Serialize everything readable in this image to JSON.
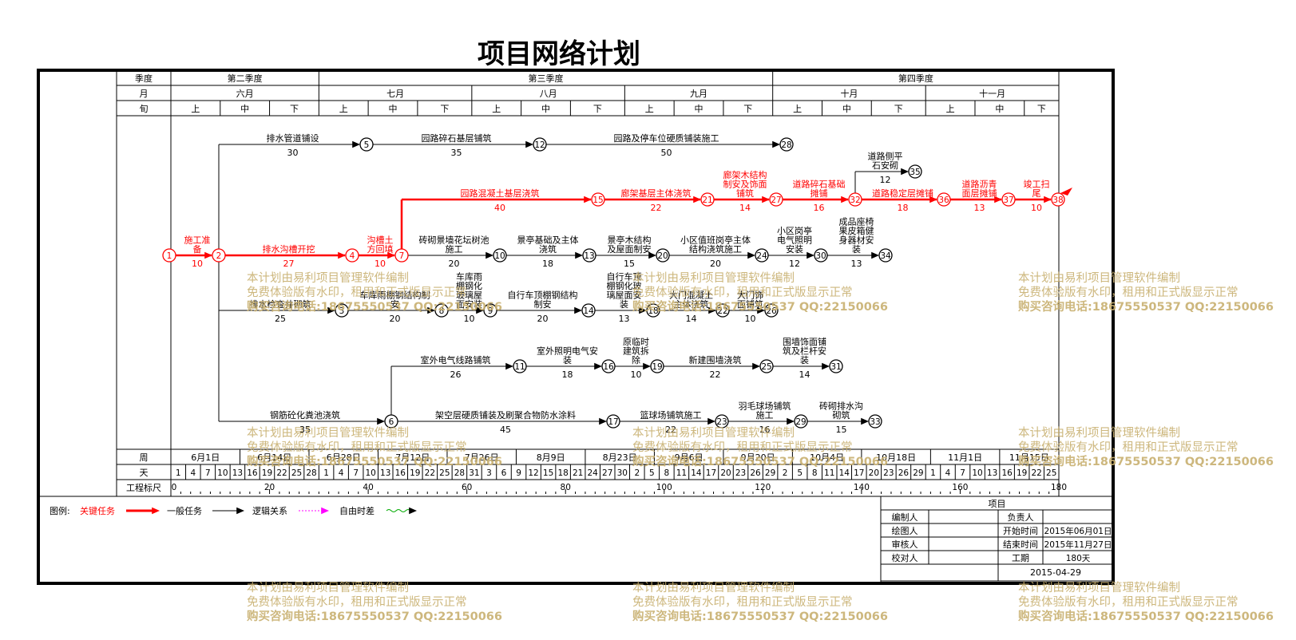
{
  "title": "项目网络计划",
  "header": {
    "row_labels": [
      "季度",
      "月",
      "旬"
    ],
    "quarters": [
      "第二季度",
      "第三季度",
      "第四季度"
    ],
    "months": [
      "六月",
      "七月",
      "八月",
      "九月",
      "十月",
      "十一月"
    ],
    "dekads": [
      "上",
      "中",
      "下"
    ]
  },
  "footer_rows": {
    "week_label": "周",
    "day_label": "天",
    "scale_label": "工程标尺",
    "weeks": [
      "6月1日",
      "6月14日",
      "6月28日",
      "7月12日",
      "7月26日",
      "8月9日",
      "8月23日",
      "9月6日",
      "9月20日",
      "10月4日",
      "10月18日",
      "11月1日",
      "11月15日"
    ],
    "days": [
      "1",
      "4",
      "7",
      "10",
      "13",
      "16",
      "19",
      "22",
      "25",
      "28",
      "1",
      "4",
      "7",
      "10",
      "13",
      "16",
      "19",
      "22",
      "25",
      "28",
      "31",
      "3",
      "6",
      "9",
      "12",
      "15",
      "18",
      "21",
      "24",
      "27",
      "30",
      "2",
      "5",
      "8",
      "11",
      "14",
      "17",
      "20",
      "23",
      "26",
      "29",
      "2",
      "5",
      "8",
      "11",
      "14",
      "17",
      "20",
      "23",
      "26",
      "29",
      "1",
      "4",
      "7",
      "10",
      "13",
      "16",
      "19",
      "22",
      "25"
    ],
    "scale": [
      "0",
      "20",
      "40",
      "60",
      "80",
      "100",
      "120",
      "140",
      "160",
      "180"
    ]
  },
  "network": {
    "nodes": [
      {
        "id": "1"
      },
      {
        "id": "2"
      },
      {
        "id": "4"
      },
      {
        "id": "7"
      },
      {
        "id": "5"
      },
      {
        "id": "12"
      },
      {
        "id": "28"
      },
      {
        "id": "15"
      },
      {
        "id": "21"
      },
      {
        "id": "27"
      },
      {
        "id": "32"
      },
      {
        "id": "36"
      },
      {
        "id": "37"
      },
      {
        "id": "38"
      },
      {
        "id": "35"
      },
      {
        "id": "10"
      },
      {
        "id": "13"
      },
      {
        "id": "20"
      },
      {
        "id": "24"
      },
      {
        "id": "30"
      },
      {
        "id": "34"
      },
      {
        "id": "3"
      },
      {
        "id": "8"
      },
      {
        "id": "9"
      },
      {
        "id": "14"
      },
      {
        "id": "18"
      },
      {
        "id": "22"
      },
      {
        "id": "26"
      },
      {
        "id": "11"
      },
      {
        "id": "16"
      },
      {
        "id": "19"
      },
      {
        "id": "25"
      },
      {
        "id": "31"
      },
      {
        "id": "6"
      },
      {
        "id": "17"
      },
      {
        "id": "23"
      },
      {
        "id": "29"
      },
      {
        "id": "33"
      }
    ],
    "activities": [
      {
        "name": "施工准备",
        "dur": "10",
        "critical": true
      },
      {
        "name": "排水沟槽开挖",
        "dur": "27",
        "critical": true
      },
      {
        "name": "沟槽土方回填",
        "dur": "10",
        "critical": true
      },
      {
        "name": "园路混凝土基层浇筑",
        "dur": "40",
        "critical": true
      },
      {
        "name": "廊架基层主体浇筑",
        "dur": "22",
        "critical": true
      },
      {
        "name": "廊架木结构制安及饰面铺筑",
        "dur": "14",
        "critical": true
      },
      {
        "name": "道路碎石基础摊铺",
        "dur": "16",
        "critical": true
      },
      {
        "name": "道路稳定层摊铺",
        "dur": "18",
        "critical": true
      },
      {
        "name": "道路沥青面层摊铺",
        "dur": "13",
        "critical": true
      },
      {
        "name": "竣工扫尾",
        "dur": "10",
        "critical": true
      },
      {
        "name": "排水管道铺设",
        "dur": "30",
        "critical": false
      },
      {
        "name": "园路碎石基层铺筑",
        "dur": "35",
        "critical": false
      },
      {
        "name": "园路及停车位硬质铺装施工",
        "dur": "50",
        "critical": false
      },
      {
        "name": "道路侧平石安砌",
        "dur": "12",
        "critical": false
      },
      {
        "name": "砖砌景墙花坛树池施工",
        "dur": "20",
        "critical": false
      },
      {
        "name": "景亭基础及主体浇筑",
        "dur": "18",
        "critical": false
      },
      {
        "name": "景亭木结构及屋面制安",
        "dur": "15",
        "critical": false
      },
      {
        "name": "小区值班岗亭主体结构浇筑施工",
        "dur": "20",
        "critical": false
      },
      {
        "name": "小区岗亭电气照明安装",
        "dur": "12",
        "critical": false
      },
      {
        "name": "成品座椅果皮箱健身器材安装",
        "dur": "13",
        "critical": false
      },
      {
        "name": "排水检查井砌筑",
        "dur": "25",
        "critical": false
      },
      {
        "name": "车库雨棚钢结构制安",
        "dur": "20",
        "critical": false
      },
      {
        "name": "车库雨棚钢化玻璃屋面安装",
        "dur": "10",
        "critical": false
      },
      {
        "name": "自行车顶棚钢结构制安",
        "dur": "20",
        "critical": false
      },
      {
        "name": "自行车顶棚钢化玻璃屋面安装",
        "dur": "13",
        "critical": false
      },
      {
        "name": "大门混凝土主体浇筑",
        "dur": "14",
        "critical": false
      },
      {
        "name": "大门饰面铺筑",
        "dur": "10",
        "critical": false
      },
      {
        "name": "室外电气线路铺筑",
        "dur": "26",
        "critical": false
      },
      {
        "name": "室外照明电气安装",
        "dur": "18",
        "critical": false
      },
      {
        "name": "原临时建筑拆除",
        "dur": "10",
        "critical": false
      },
      {
        "name": "新建围墙浇筑",
        "dur": "22",
        "critical": false
      },
      {
        "name": "围墙饰面铺筑及栏杆安装",
        "dur": "14",
        "critical": false
      },
      {
        "name": "钢筋砼化粪池浇筑",
        "dur": "35",
        "critical": false
      },
      {
        "name": "架空层硬质铺装及刷聚合物防水涂料",
        "dur": "45",
        "critical": false
      },
      {
        "name": "篮球场铺筑施工",
        "dur": "22",
        "critical": false
      },
      {
        "name": "羽毛球场铺筑施工",
        "dur": "16",
        "critical": false
      },
      {
        "name": "砖砌排水沟砌筑",
        "dur": "15",
        "critical": false
      }
    ]
  },
  "legend": {
    "label": "图例:",
    "items": [
      "关键任务",
      "一般任务",
      "逻辑关系",
      "自由时差"
    ]
  },
  "info_table": {
    "header": "项目",
    "rows": [
      {
        "k1": "编制人",
        "v1": "",
        "k2": "负责人",
        "v2": ""
      },
      {
        "k1": "绘图人",
        "v1": "",
        "k2": "开始时间",
        "v2": "2015年06月01日"
      },
      {
        "k1": "审核人",
        "v1": "",
        "k2": "结束时间",
        "v2": "2015年11月27日"
      },
      {
        "k1": "校对人",
        "v1": "",
        "k2": "工期",
        "v2": "180天"
      }
    ],
    "date": "2015-04-29"
  },
  "watermark": {
    "line1": "本计划由易利项目管理软件编制",
    "line2": "免费体验版有水印，租用和正式版显示正常",
    "line3": "购买咨询电话:18675550537 QQ:22150066"
  },
  "colors": {
    "critical": "#ff0000",
    "normal": "#000000",
    "watermark": "#c8b070"
  }
}
